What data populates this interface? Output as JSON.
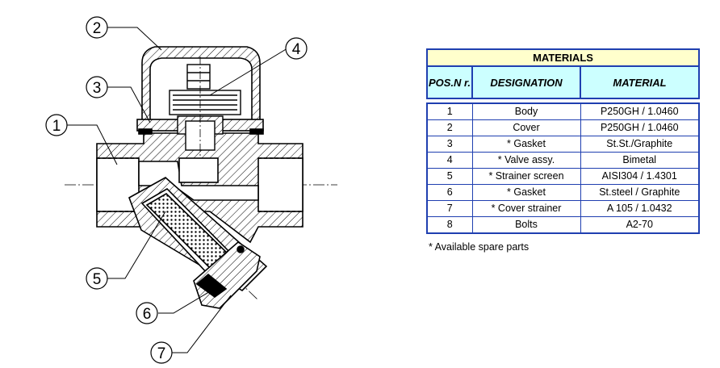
{
  "callouts": [
    "1",
    "2",
    "3",
    "4",
    "5",
    "6",
    "7"
  ],
  "materials": {
    "title": "MATERIALS",
    "headers": {
      "pos": "POS.N r.",
      "designation": "DESIGNATION",
      "material": "MATERIAL"
    },
    "rows": [
      {
        "pos": "1",
        "designation": "Body",
        "material": "P250GH / 1.0460"
      },
      {
        "pos": "2",
        "designation": "Cover",
        "material": "P250GH / 1.0460"
      },
      {
        "pos": "3",
        "designation": "* Gasket",
        "material": "St.St./Graphite"
      },
      {
        "pos": "4",
        "designation": "* Valve assy.",
        "material": "Bimetal"
      },
      {
        "pos": "5",
        "designation": "* Strainer screen",
        "material": "AISI304 / 1.4301"
      },
      {
        "pos": "6",
        "designation": "* Gasket",
        "material": "St.steel / Graphite"
      },
      {
        "pos": "7",
        "designation": "* Cover strainer",
        "material": "A 105 / 1.0432"
      },
      {
        "pos": "8",
        "designation": "Bolts",
        "material": "A2-70"
      }
    ],
    "footnote": "* Available spare parts"
  },
  "colors": {
    "table_border": "#1f3fb0",
    "title_bg": "#ffffcc",
    "header_bg": "#ccffff"
  }
}
